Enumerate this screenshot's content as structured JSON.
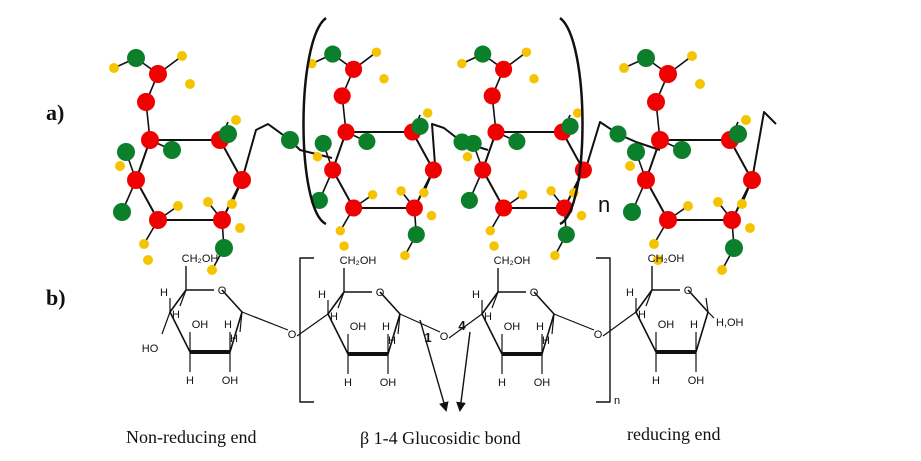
{
  "panels": {
    "a": "a)",
    "b": "b)"
  },
  "model_3d": {
    "repeat_label": "n"
  },
  "structure": {
    "ch2oh": "CH₂OH",
    "o": "O",
    "h": "H",
    "oh": "OH",
    "ho": "HO",
    "h_oh": "H,OH",
    "c1": "1",
    "c4": "4",
    "repeat_label": "n"
  },
  "captions": {
    "non_reducing": "Non-reducing end",
    "bond": "β 1-4 Glucosidic bond",
    "reducing": "reducing end"
  },
  "colors": {
    "carbon": "#f00000",
    "oxygen": "#0b7f2a",
    "hydrogen": "#f5c400",
    "bond": "#111111"
  }
}
